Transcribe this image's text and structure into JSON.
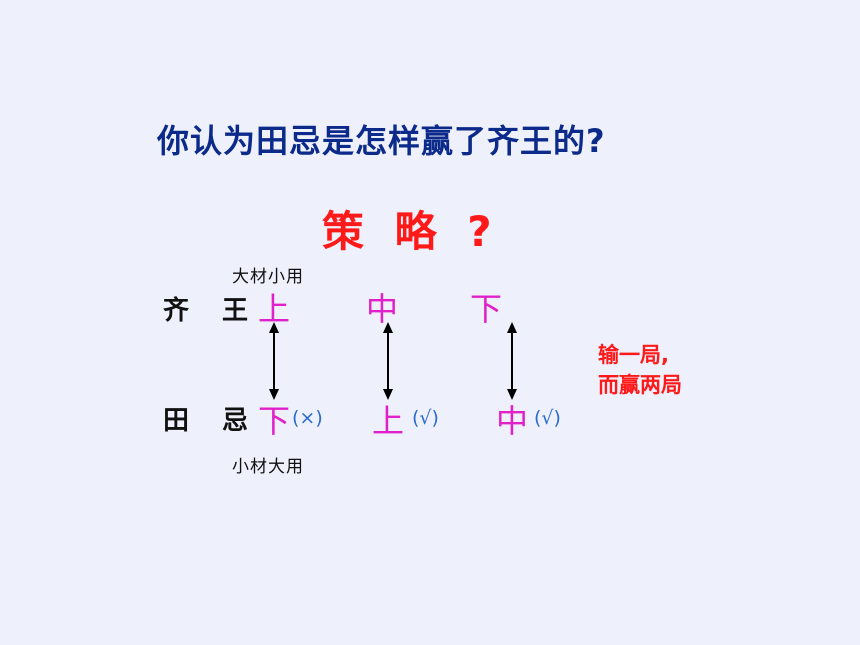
{
  "slide": {
    "question": "你认为田忌是怎样赢了齐王的?",
    "strategy": "策 略 ?",
    "note_top": "大材小用",
    "note_bottom": "小材大用",
    "king_label": "齐 王",
    "tianji_label": "田 忌",
    "king_horses": [
      "上",
      "中",
      "下"
    ],
    "tianji_horses": [
      "下",
      "上",
      "中"
    ],
    "marks": [
      "(×)",
      "(√)",
      "(√)"
    ],
    "result_line1": "输一局,",
    "result_line2": "而赢两局"
  },
  "colors": {
    "background": "#eef0fb",
    "question": "#0b2a8a",
    "strategy": "#ff1a1a",
    "horse": "#e020c8",
    "mark": "#2a6ccf",
    "result": "#ff1a1a"
  },
  "icons": [
    "double-arrow-icon",
    "double-arrow-icon",
    "double-arrow-icon"
  ]
}
